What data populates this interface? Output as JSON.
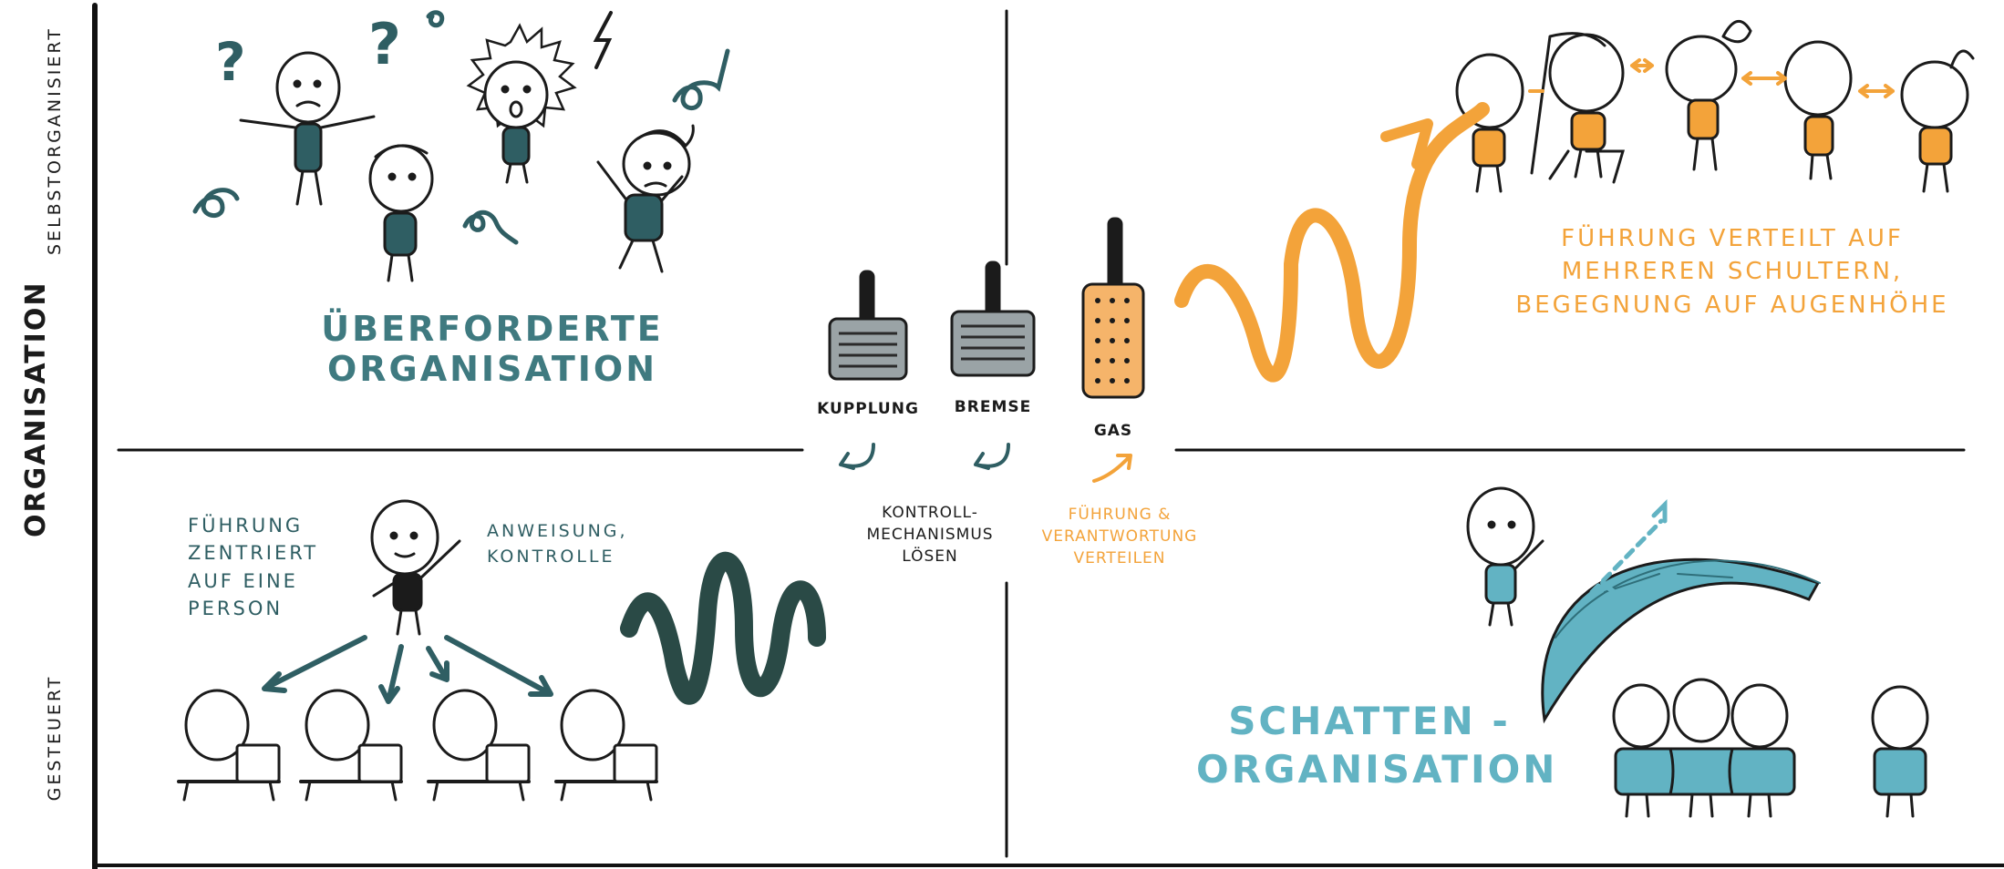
{
  "axis": {
    "main_label": "ORGANISATION",
    "top_label": "SELBSTORGANISIERT",
    "bottom_label": "GESTEUERT"
  },
  "top_left": {
    "title": "ÜBERFORDERTE\nORGANISATION"
  },
  "top_right": {
    "caption": "FÜHRUNG VERTEILT AUF\nMEHREREN SCHULTERN,\nBEGEGNUNG AUF AUGENHÖHE"
  },
  "bottom_left": {
    "left_note": "FÜHRUNG\nZENTRIERT\nAUF EINE\nPERSON",
    "right_note": "ANWEISUNG,\nKONTROLLE"
  },
  "bottom_right": {
    "title": "SCHATTEN -\nORGANISATION"
  },
  "pedals": {
    "clutch": "KUPPLUNG",
    "brake": "BREMSE",
    "gas": "GAS",
    "control_note": "KONTROLL-\nMECHANISMUS\nLÖSEN",
    "gas_note": "FÜHRUNG &\nVERANTWORTUNG\nVERTEILEN"
  },
  "colors": {
    "teal": "#2f5e63",
    "orange": "#f3a33a",
    "light_blue": "#62b3c3",
    "ink": "#1b1b1b"
  }
}
